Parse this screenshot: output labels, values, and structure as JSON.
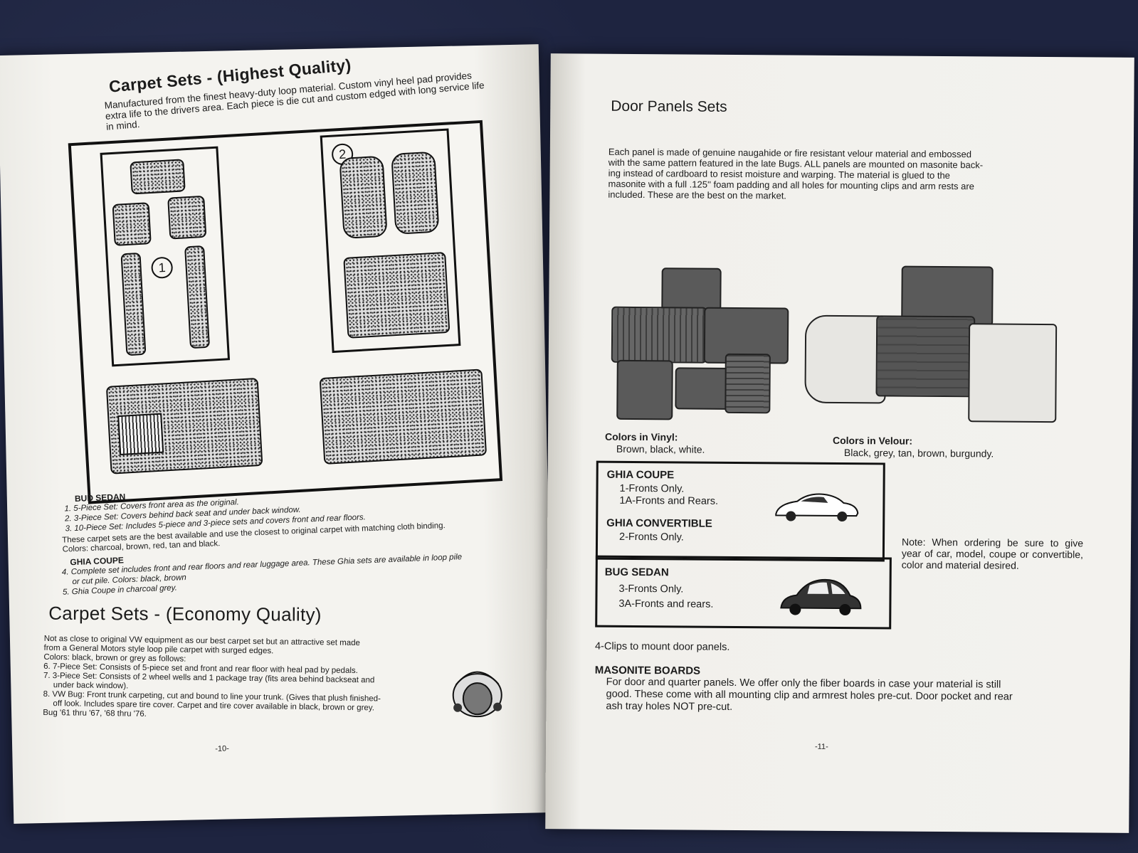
{
  "left_page": {
    "title": "Carpet Sets - (Highest Quality)",
    "intro_lines": [
      "Manufactured from the finest heavy-duty loop material. Custom vinyl heel pad provides",
      "extra life to the drivers area. Each piece is die cut and custom edged with long service life",
      "in mind."
    ],
    "diagram_labels": [
      "1",
      "2"
    ],
    "bud_sedan": {
      "heading": "BUD SEDAN",
      "items": [
        "1.  5-Piece Set: Covers front area as the original.",
        "2.  3-Piece Set: Covers behind back seat and under back window.",
        "3. 10-Piece Set: Includes 5-piece and 3-piece sets and covers front and rear floors."
      ],
      "note_lines": [
        "These carpet sets are the best available and use the closest to original carpet with matching cloth binding.",
        "Colors: charcoal, brown, red, tan and black."
      ]
    },
    "ghia_coupe": {
      "heading": "GHIA COUPE",
      "items": [
        "4.  Complete set includes front and rear floors and rear luggage area. These Ghia sets are available in loop pile",
        "or cut pile. Colors: black, brown",
        "5.  Ghia Coupe in charcoal grey."
      ]
    },
    "economy": {
      "title": "Carpet Sets - (Economy Quality)",
      "lines": [
        "Not as close to original VW equipment as our best carpet set but an attractive set made",
        "from a General Motors style loop pile carpet with surged edges.",
        "Colors: black, brown or grey as follows:",
        "6.  7-Piece Set: Consists of 5-piece set and front and rear floor with heal pad by pedals.",
        "7.  3-Piece Set: Consists of 2 wheel wells and 1 package tray (fits area behind backseat and",
        "under back window).",
        "8.  VW Bug: Front trunk carpeting, cut and bound to line your trunk. (Gives that plush finished-",
        "off look. Includes spare tire cover. Carpet and tire cover available in black, brown or grey.",
        "Bug '61 thru '67, '68 thru '76."
      ]
    },
    "page_number": "-10-"
  },
  "right_page": {
    "title": "Door Panels Sets",
    "intro_lines": [
      "Each panel is made of genuine naugahide or fire resistant velour material and embossed",
      "with the same pattern featured in the late Bugs. ALL panels are mounted on masonite back-",
      "ing instead of cardboard to resist moisture and warping. The material is glued to the",
      "masonite with a full .125'' foam padding and all holes for mounting clips and arm rests are",
      "included. These are the best on the market."
    ],
    "colors_vinyl": {
      "label": "Colors in Vinyl:",
      "value": "Brown, black, white."
    },
    "colors_velour": {
      "label": "Colors in Velour:",
      "value": "Black, grey, tan, brown, burgundy."
    },
    "ghia_coupe": {
      "label": "GHIA COUPE",
      "items": [
        "1-Fronts Only.",
        "1A-Fronts and Rears."
      ]
    },
    "ghia_convertible": {
      "label": "GHIA CONVERTIBLE",
      "items": [
        "2-Fronts Only."
      ]
    },
    "bug_sedan": {
      "label": "BUG SEDAN",
      "items": [
        "3-Fronts Only.",
        "3A-Fronts and rears."
      ]
    },
    "note": "Note: When ordering be sure to give year of car, model, coupe or convertible, color and material desired.",
    "clips": "4-Clips to mount door panels.",
    "masonite": {
      "heading": "MASONITE BOARDS",
      "lines": [
        "For door and quarter panels. We offer only the fiber boards in case your material is still",
        "good. These come with all mounting clip and armrest holes pre-cut. Door pocket and rear",
        "ash tray holes NOT pre-cut."
      ]
    },
    "page_number": "-11-"
  }
}
